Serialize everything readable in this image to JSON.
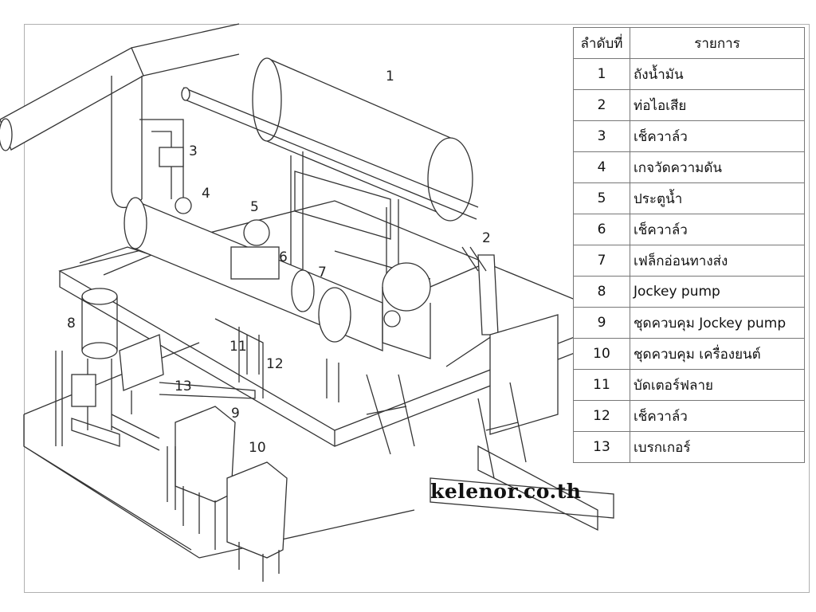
{
  "legend": {
    "header_no": "ลำดับที่",
    "header_item": "รายการ",
    "rows": [
      {
        "no": "1",
        "item": "ถังน้ำมัน"
      },
      {
        "no": "2",
        "item": "ท่อไอเสีย"
      },
      {
        "no": "3",
        "item": "เช็ควาล์ว"
      },
      {
        "no": "4",
        "item": "เกจวัดความดัน"
      },
      {
        "no": "5",
        "item": "ประตูน้ำ"
      },
      {
        "no": "6",
        "item": "เช็ควาล์ว"
      },
      {
        "no": "7",
        "item": "เฟล็กอ่อนทางส่ง"
      },
      {
        "no": "8",
        "item": "Jockey pump"
      },
      {
        "no": "9",
        "item": "ชุดควบคุม Jockey pump"
      },
      {
        "no": "10",
        "item": "ชุดควบคุม เครื่องยนต์"
      },
      {
        "no": "11",
        "item": "บัดเตอร์ฟลาย"
      },
      {
        "no": "12",
        "item": "เช็ควาล์ว"
      },
      {
        "no": "13",
        "item": "เบรกเกอร์"
      }
    ]
  },
  "callouts": {
    "c1": "1",
    "c2": "2",
    "c3": "3",
    "c4": "4",
    "c5": "5",
    "c6": "6",
    "c7": "7",
    "c8": "8",
    "c9": "9",
    "c10": "10",
    "c11": "11",
    "c12": "12",
    "c13": "13"
  },
  "watermark": "kelenor.co.th"
}
